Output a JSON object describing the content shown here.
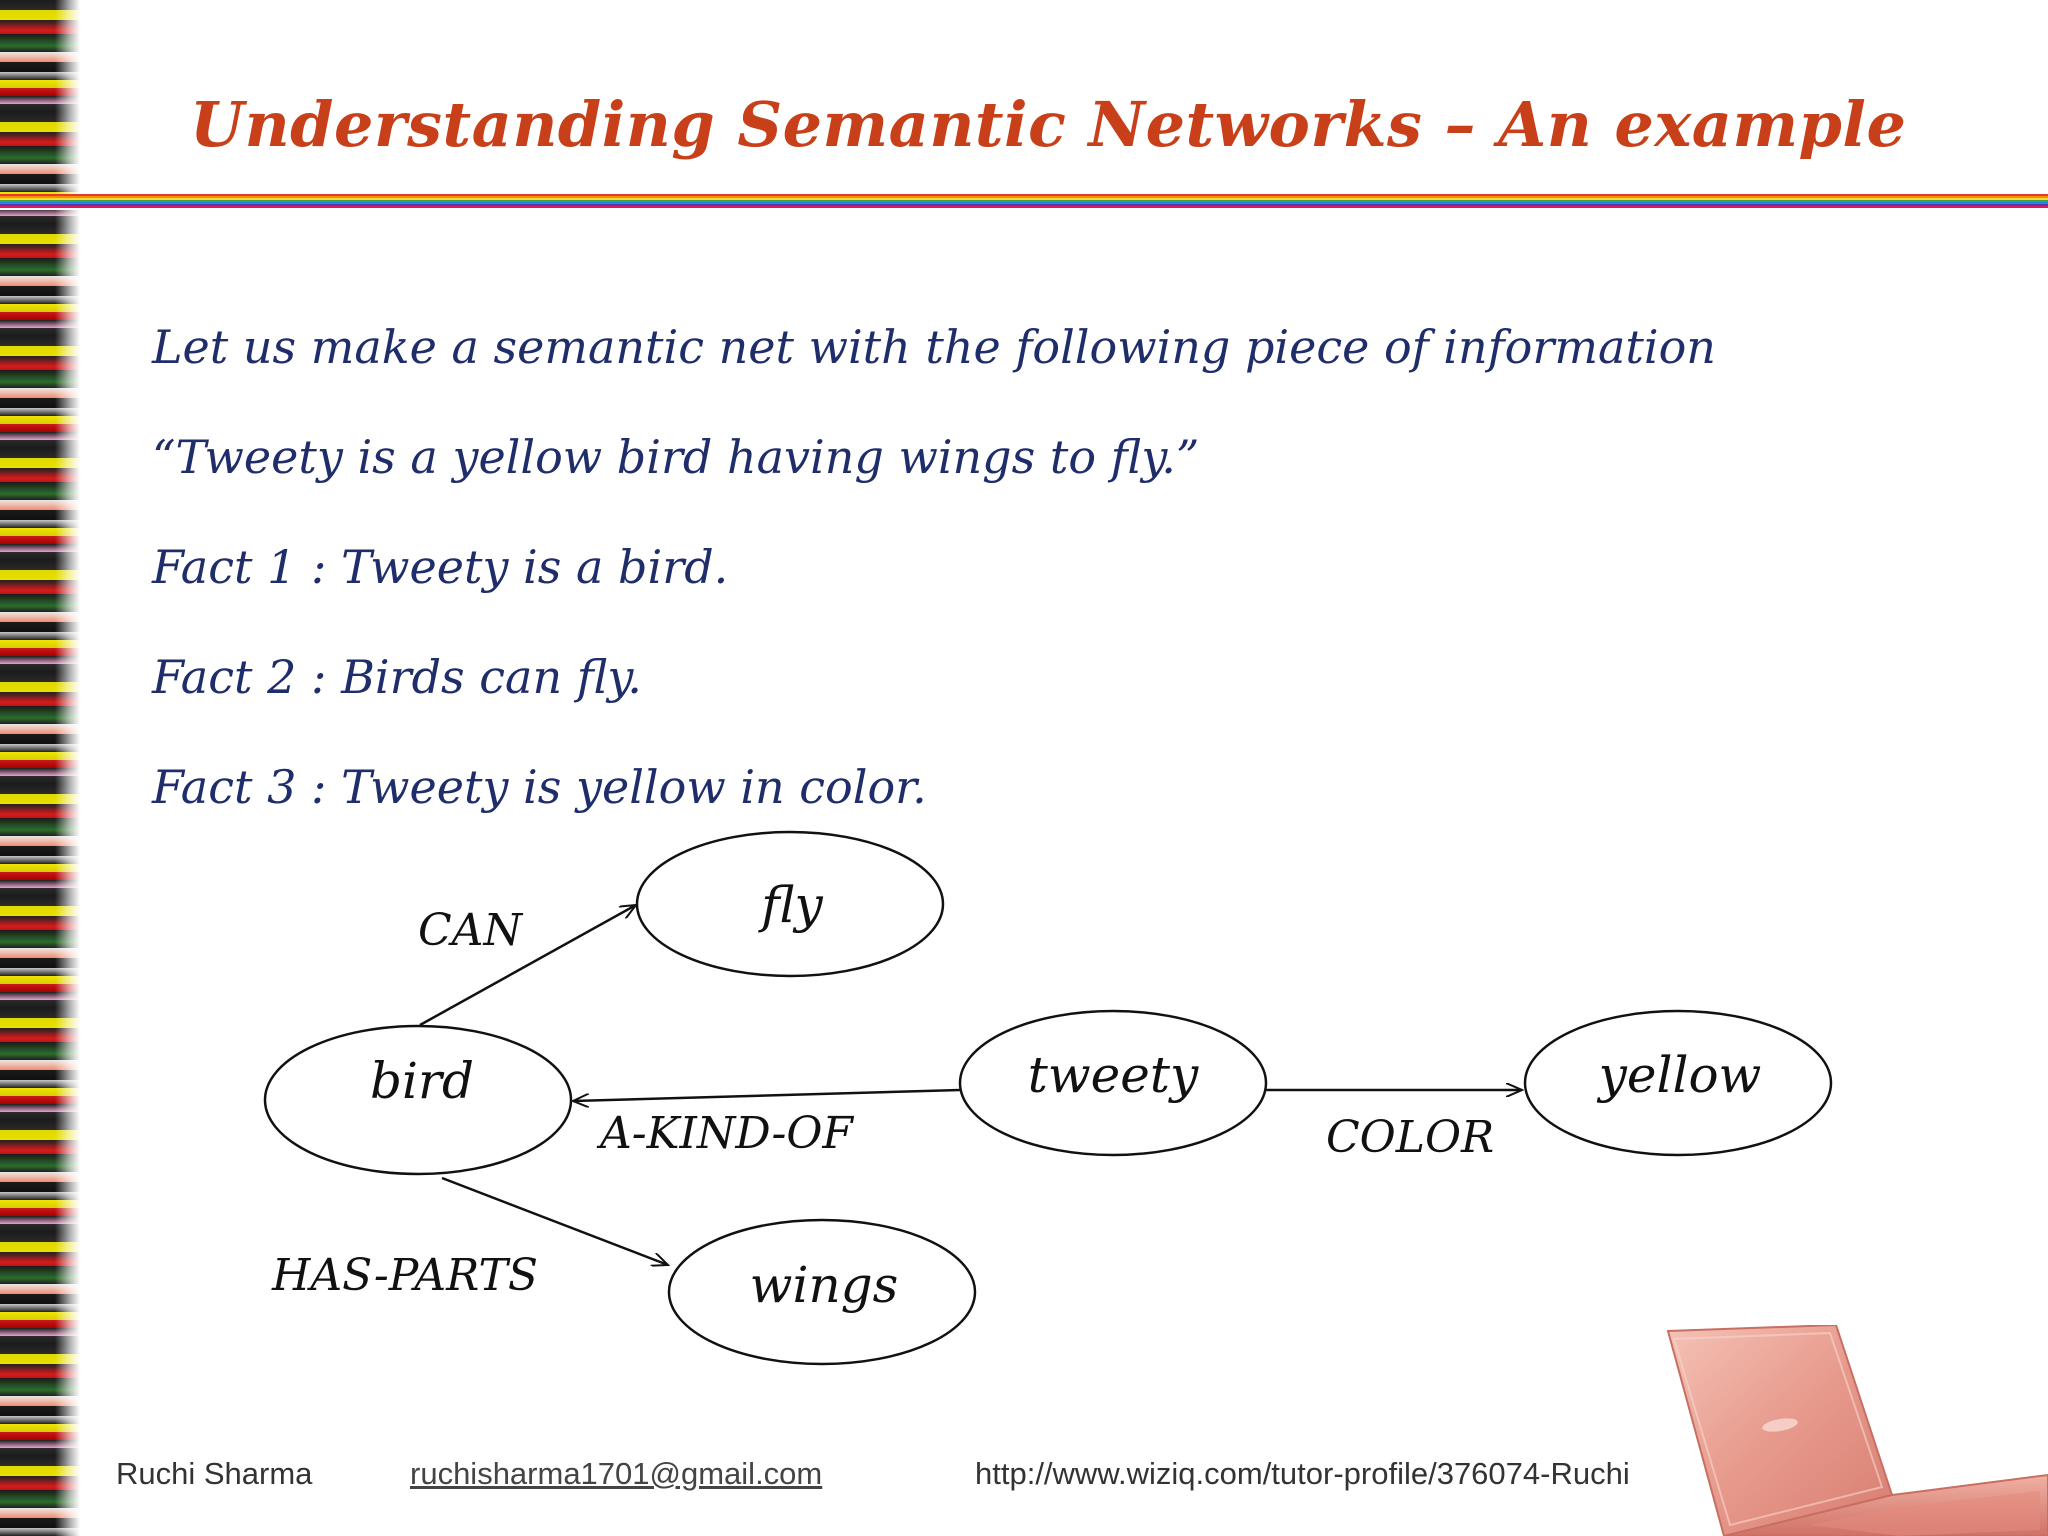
{
  "slide": {
    "title": "Understanding Semantic Networks – An example",
    "lines": [
      "Let us make a semantic net with the following piece of information",
      "“Tweety is a yellow bird  having wings to fly.”",
      "Fact 1 : Tweety is a bird.",
      "Fact 2 : Birds can fly.",
      "Fact 3 : Tweety is yellow in color."
    ]
  },
  "diagram": {
    "nodes": {
      "fly": "fly",
      "bird": "bird",
      "tweety": "tweety",
      "yellow": "yellow",
      "wings": "wings"
    },
    "edges": {
      "can": "CAN",
      "a_kind_of": "A-KIND-OF",
      "color": "COLOR",
      "has_parts": "HAS-PARTS"
    }
  },
  "footer": {
    "name": "Ruchi Sharma",
    "email": "ruchisharma1701@gmail.com",
    "url": "http://www.wiziq.com/tutor-profile/376074-Ruchi"
  },
  "colors": {
    "title": "#c8401a",
    "body_text": "#1f2d6b"
  }
}
